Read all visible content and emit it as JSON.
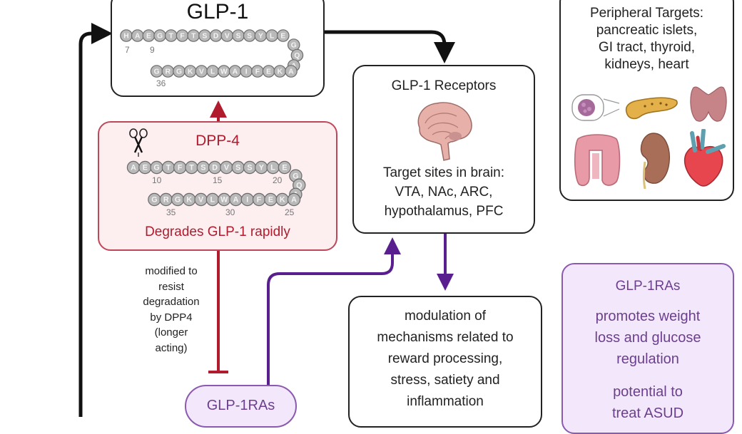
{
  "colors": {
    "black": "#111111",
    "dpp4_red": "#b01c2e",
    "dpp4_fill": "#fdeef0",
    "dpp4_border": "#c0475a",
    "purple": "#5a1f8f",
    "ra_fill": "#f3e8fb",
    "ra_border": "#8a5ab0",
    "ra_text": "#6b3f8e",
    "bead_fill": "#b9b9b9",
    "bead_stroke": "#6a6a6a"
  },
  "glp1_box": {
    "title": "GLP-1",
    "top_sequence": [
      "H",
      "A",
      "E",
      "G",
      "T",
      "F",
      "T",
      "S",
      "D",
      "V",
      "S",
      "S",
      "Y",
      "L",
      "E"
    ],
    "turn_sequence": [
      "G",
      "Q",
      "A"
    ],
    "bottom_sequence": [
      "G",
      "R",
      "G",
      "K",
      "V",
      "L",
      "W",
      "A",
      "I",
      "F",
      "E",
      "K",
      "A"
    ],
    "labels": {
      "pos7": "7",
      "pos9": "9",
      "pos36": "36"
    }
  },
  "dpp4_box": {
    "title": "DPP-4",
    "scissors_icon": "scissors-icon",
    "top_sequence": [
      "A",
      "E",
      "G",
      "T",
      "F",
      "T",
      "S",
      "D",
      "V",
      "S",
      "S",
      "Y",
      "L",
      "E"
    ],
    "turn_sequence": [
      "G",
      "Q",
      "A"
    ],
    "bottom_sequence": [
      "G",
      "R",
      "G",
      "K",
      "V",
      "L",
      "W",
      "A",
      "I",
      "F",
      "E",
      "K",
      "A"
    ],
    "labels": {
      "n10": "10",
      "n15": "15",
      "n20": "20",
      "n25": "25",
      "n30": "30",
      "n35": "35"
    },
    "caption": "Degrades GLP-1 rapidly"
  },
  "modified_note": {
    "lines": [
      "modified to",
      "resist",
      "degradation",
      "by DPP4",
      "(longer",
      "acting)"
    ]
  },
  "glp1ras_pill": {
    "label": "GLP-1RAs"
  },
  "receptors_box": {
    "title": "GLP-1 Receptors",
    "brain_icon": "brain-icon",
    "lines": [
      "Target sites in brain:",
      "VTA, NAc, ARC,",
      "hypothalamus, PFC"
    ]
  },
  "peripheral_box": {
    "lines": [
      "Peripheral Targets:",
      "pancreatic islets,",
      "GI tract, thyroid,",
      "kidneys, heart"
    ],
    "organ_icons": [
      "islet-icon",
      "pancreas-icon",
      "thyroid-icon",
      "intestine-icon",
      "kidney-icon",
      "heart-icon"
    ]
  },
  "modulation_box": {
    "lines": [
      "modulation of",
      "mechanisms related to",
      "reward processing,",
      "stress, satiety and",
      "inflammation"
    ]
  },
  "ra_effects_box": {
    "title": "GLP-1RAs",
    "effect1": [
      "promotes weight",
      "loss and glucose",
      "regulation"
    ],
    "effect2": [
      "potential to",
      "treat ASUD"
    ]
  }
}
